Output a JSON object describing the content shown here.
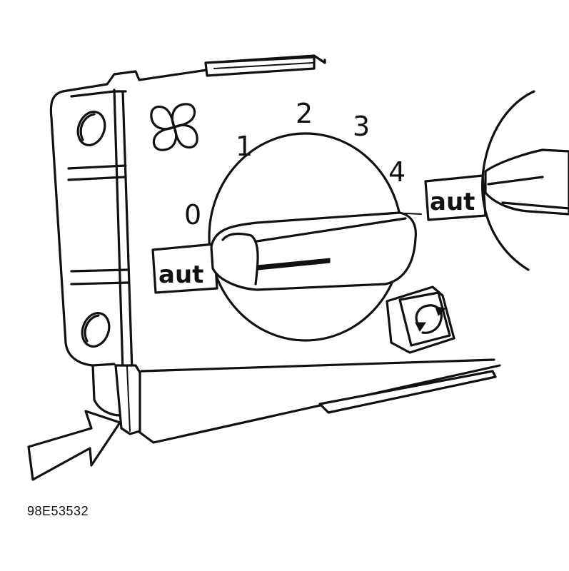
{
  "figure_id": "98E53532",
  "dial": {
    "labels": [
      "0",
      "1",
      "2",
      "3",
      "4"
    ]
  },
  "auto_badges": {
    "left": "aut",
    "right": "aut"
  },
  "icons": {
    "fan": "fan-icon",
    "recirculation": "recirculation-icon",
    "pointer": "arrow-pointer-icon"
  }
}
